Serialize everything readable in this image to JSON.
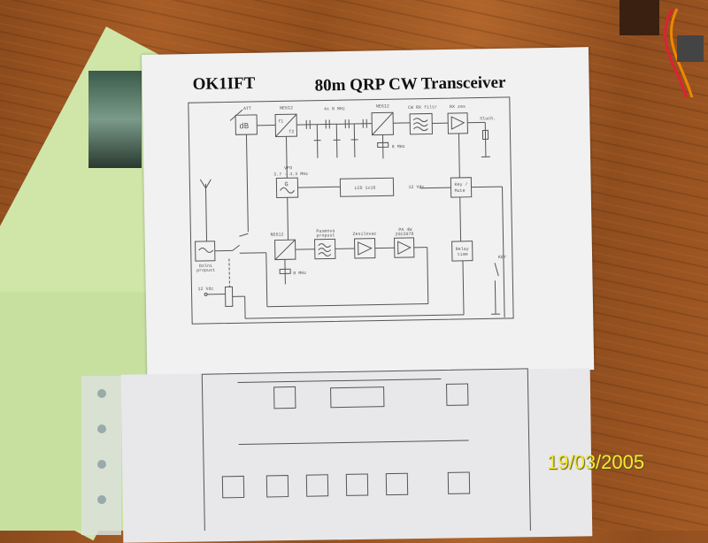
{
  "sheet": {
    "callsign": "OK1IFT",
    "title": "80m  QRP CW  Transceiver"
  },
  "diagram": {
    "att": "ATT",
    "db": "dB",
    "mixer1": "NE612",
    "crystals": "4x 8 MHz",
    "mixer2": "NE612",
    "cw_filter": "CW RX filtr",
    "rx_amp": "RX zes",
    "sluch": "Sluch.",
    "bfo_xtal": "8 MHz",
    "vfo": "VFO",
    "vfo_range": "3.7 - 4.3 MHz",
    "g": "G",
    "lcd": "LCD 1x16",
    "vdc_key": "12 Vdc",
    "key_mute_1": "Key /",
    "key_mute_2": "Mute",
    "mixer3": "NE612",
    "bandpass_1": "Pasmova",
    "bandpass_2": "propust",
    "amp": "Zesilovac",
    "pa_1": "PA 4W",
    "pa_2": "2SC2078",
    "lowpass_1": "Dolni",
    "lowpass_2": "propust",
    "tx_xtal": "8 MHz",
    "vdc_in": "12 Vdc",
    "relay_1": "Relay",
    "relay_2": "time",
    "key": "KEY",
    "f1": "f1",
    "f2": "f2"
  },
  "date_stamp": "19/03/2005",
  "colors": {
    "date": "#f6ea2a",
    "wood": "#a35a25",
    "green_paper": "#cfe6a8"
  }
}
